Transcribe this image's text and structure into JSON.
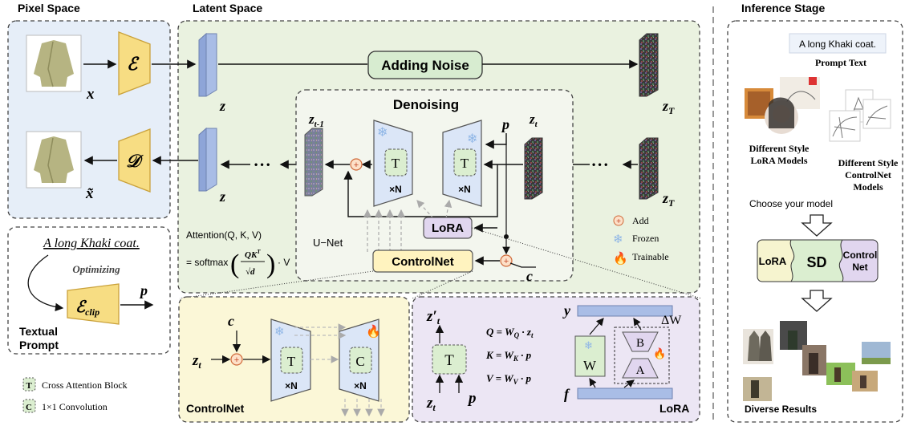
{
  "headers": {
    "pixel_space": "Pixel Space",
    "latent_space": "Latent Space",
    "inference_stage": "Inference Stage"
  },
  "pixel": {
    "x_label": "x",
    "x_tilde_label": "x̃",
    "encoder": "ℰ",
    "decoder": "𝒟"
  },
  "latent": {
    "z": "z",
    "z_t_cap": "z",
    "adding_noise": "Adding Noise",
    "denoising": "Denoising",
    "z_t_minus_1": "z",
    "z_t": "z",
    "p": "p",
    "t_block": "T",
    "times_n": "×N",
    "lora": "LoRA",
    "controlnet": "ControlNet",
    "c": "c",
    "unet": "U−Net",
    "ellipsis": "• • •",
    "attention_line1": "Attention(Q, K, V)",
    "attention_line2": "= softmax",
    "attention_v": "· V"
  },
  "legend_right": {
    "add": "Add",
    "frozen": "Frozen",
    "trainable": "Trainable"
  },
  "textual": {
    "prompt_example": "A long Khaki coat.",
    "optimizing": "Optimizing",
    "clip_encoder": "ℰ",
    "clip_sub": "clip",
    "p": "p",
    "label_line1": "Textual",
    "label_line2": "Prompt"
  },
  "legend_left": {
    "t_key": "T",
    "t_desc": "Cross Attention Block",
    "c_key": "C",
    "c_desc": "1×1 Convolution"
  },
  "controlnet_panel": {
    "title": "ControlNet",
    "c": "c",
    "z_t": "z",
    "t_block": "T",
    "c_block": "C",
    "times_n": "×N"
  },
  "lora_panel": {
    "title": "LoRA",
    "z_prime": "z′",
    "z_t": "z",
    "p": "p",
    "t_block": "T",
    "eq_q": "Q = W",
    "eq_k": "K = W",
    "eq_v": "V = W",
    "y": "y",
    "f": "f",
    "w": "W",
    "a": "A",
    "b": "B",
    "delta_w": "ΔW"
  },
  "inference": {
    "prompt_example": "A long Khaki coat.",
    "prompt_text": "Prompt Text",
    "lora_models_1": "Different Style",
    "lora_models_2": "LoRA Models",
    "cn_models_1": "Different Style",
    "cn_models_2": "ControlNet",
    "cn_models_3": "Models",
    "choose_model": "Choose your model",
    "sd_lora": "LoRA",
    "sd": "SD",
    "sd_control_1": "Control",
    "sd_control_2": "Net",
    "diverse_results": "Diverse Results"
  },
  "colors": {
    "latent_bg": "#eaf2e0",
    "pixel_bg": "#e6eef8",
    "controlnet_bg": "#fbf7d7",
    "lora_bg": "#ece6f4",
    "encoder_fill": "#f7dd83",
    "latent_block": "#a9bde6",
    "unet_fill": "#dbe6f7",
    "cross_attn_fill": "#dbeed0",
    "lora_box": "#e1d6ef",
    "controlnet_box": "#fff3bf"
  }
}
